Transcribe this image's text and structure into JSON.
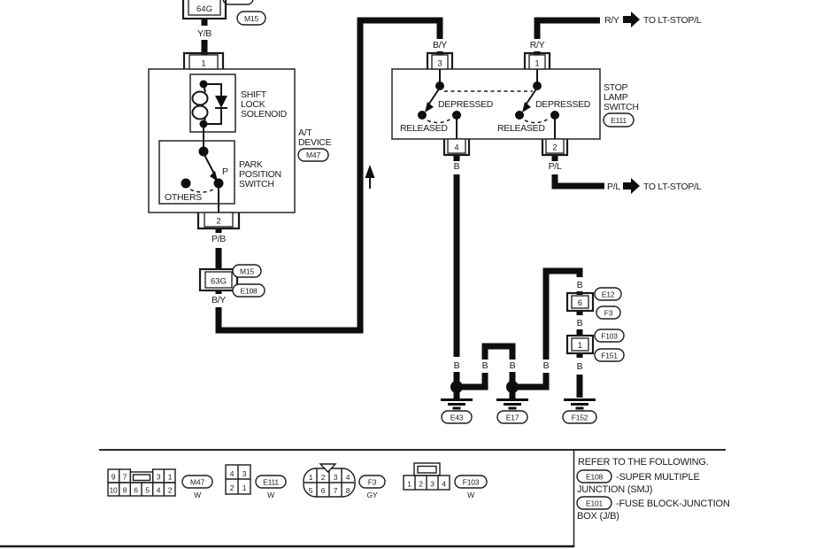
{
  "top_chain": {
    "c64g": "64G",
    "m15": "M15",
    "yb": "Y/B",
    "pin1": "1"
  },
  "at_device": {
    "name1": "A/T",
    "name2": "DEVICE",
    "conn": "M47",
    "sol1": "SHIFT",
    "sol2": "LOCK",
    "sol3": "SOLENOID",
    "park1": "PARK",
    "park2": "POSITION",
    "park3": "SWITCH",
    "p": "P",
    "others": "OTHERS",
    "pin2": "2"
  },
  "mid_chain": {
    "pb": "P/B",
    "c63g": "63G",
    "m15": "M15",
    "e108": "E108",
    "by": "B/Y"
  },
  "sls": {
    "by": "B/Y",
    "ry": "R/Y",
    "pl": "P/L",
    "pin3": "3",
    "pin1": "1",
    "pin4": "4",
    "pin2": "2",
    "dep": "DEPRESSED",
    "rel": "RELEASED",
    "n1": "STOP",
    "n2": "LAMP",
    "n3": "SWITCH",
    "conn": "E111"
  },
  "outs": {
    "ry": "R/Y",
    "ry_dest": "TO LT-STOP/L",
    "pl": "P/L",
    "pl_dest": "TO LT-STOP/L"
  },
  "b": "B",
  "grounds": {
    "e43": "E43",
    "e17": "E17",
    "f152": "F152"
  },
  "right_chain": {
    "c6": "6",
    "c1": "1",
    "e12": "E12",
    "f3": "F3",
    "f103": "F103",
    "f151": "F151"
  },
  "legend": {
    "m47": {
      "r1": [
        "9",
        "7",
        "3",
        "1"
      ],
      "r2": [
        "10",
        "8",
        "6",
        "5",
        "4",
        "2"
      ],
      "label": "M47",
      "color": "W"
    },
    "e111": {
      "r1": [
        "4",
        "3"
      ],
      "r2": [
        "2",
        "1"
      ],
      "label": "E111",
      "color": "W"
    },
    "f3": {
      "r1": [
        "1",
        "2",
        "3",
        "4"
      ],
      "r2": [
        "5",
        "6",
        "7",
        "8"
      ],
      "label": "F3",
      "color": "GY"
    },
    "f103": {
      "r1": [
        "1",
        "2",
        "3",
        "4"
      ],
      "label": "F103",
      "color": "W"
    }
  },
  "notes": {
    "title": "REFER TO THE FOLLOWING.",
    "e108_id": "E108",
    "e108_l1": "-SUPER MULTIPLE",
    "e108_l2": "JUNCTION (SMJ)",
    "e101_id": "E101",
    "e101_l1": "-FUSE BLOCK-JUNCTION",
    "e101_l2": "BOX (J/B)"
  }
}
